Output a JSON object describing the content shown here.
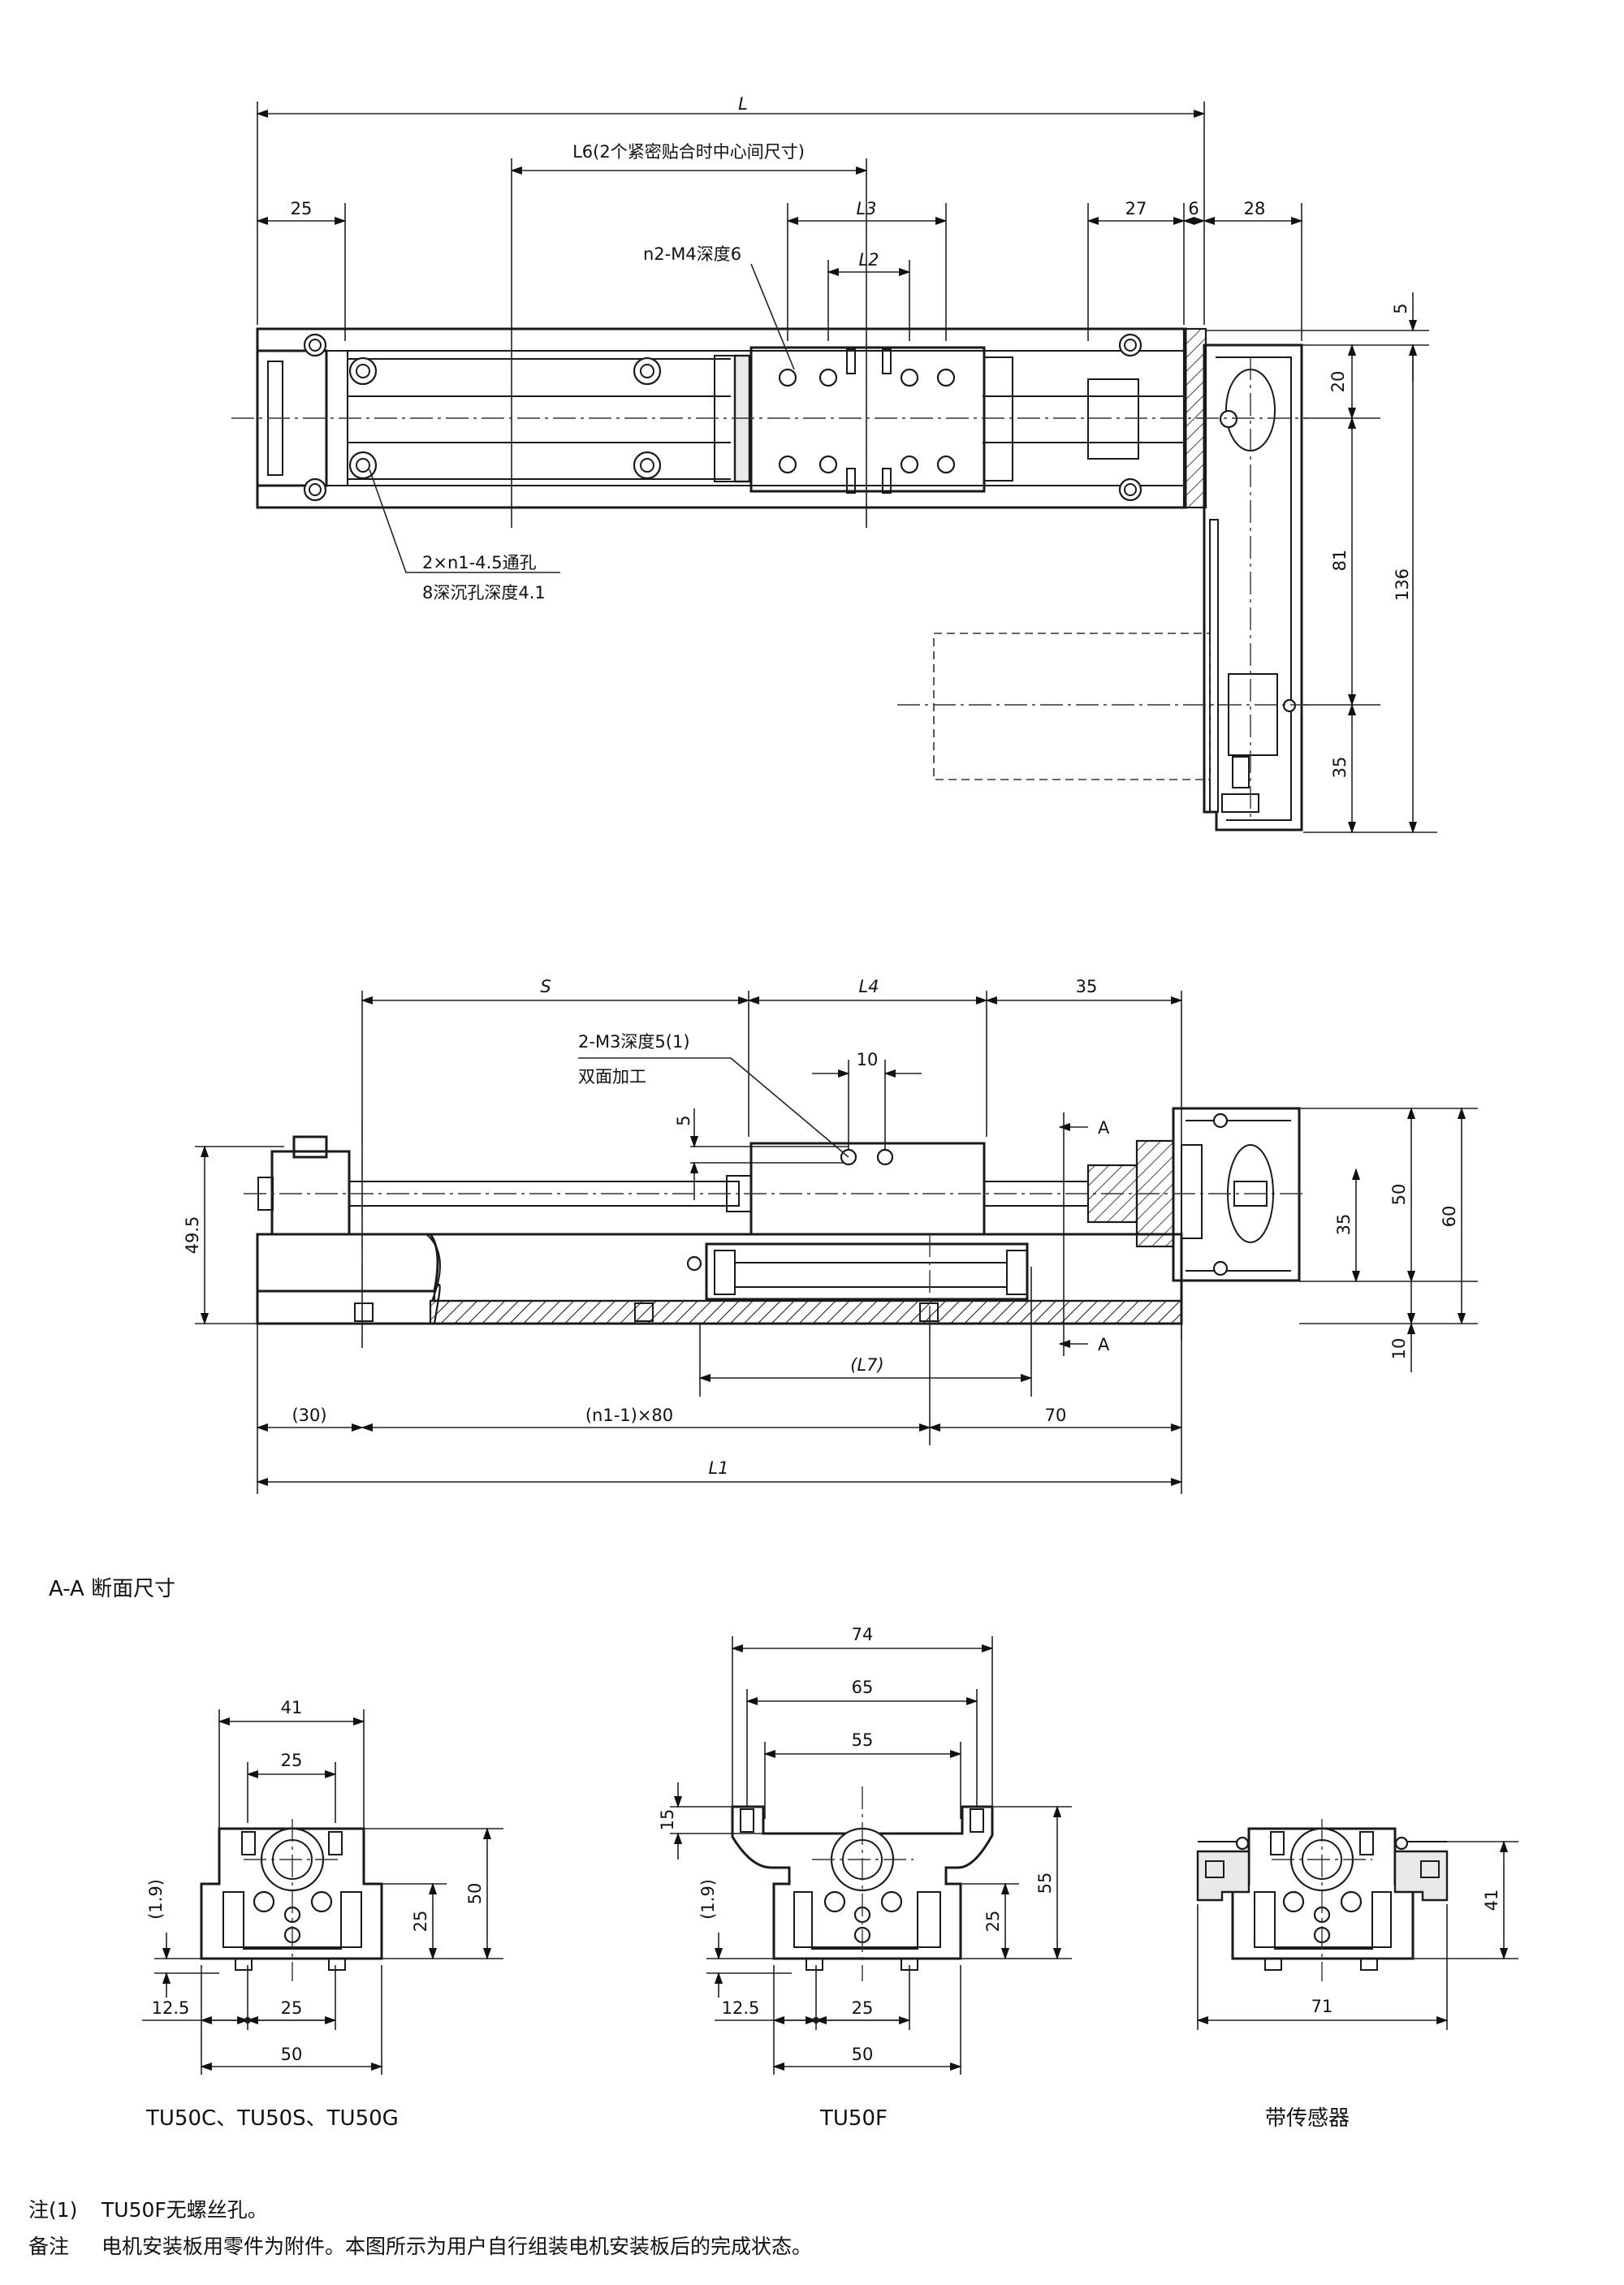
{
  "top_view": {
    "dim_L": "L",
    "dim_L6": "L6(2个紧密贴合时中心间尺寸)",
    "dim_L3": "L3",
    "dim_L2": "L2",
    "dim_25": "25",
    "dim_27": "27",
    "dim_6": "6",
    "dim_28": "28",
    "dim_5": "5",
    "dim_20": "20",
    "dim_81": "81",
    "dim_35": "35",
    "dim_136": "136",
    "callout_m4": "n2-M4深度6",
    "callout_holes_1": "2×n1-4.5通孔",
    "callout_holes_2": "8深沉孔深度4.1"
  },
  "side_view": {
    "dim_S": "S",
    "dim_L4": "L4",
    "dim_35_top": "35",
    "callout_m3_1": "2-M3深度5(1)",
    "callout_m3_2": "双面加工",
    "dim_10": "10",
    "dim_5": "5",
    "dim_49_5": "49.5",
    "dim_L7": "(L7)",
    "dim_30": "(30)",
    "dim_pitch": "(n1-1)×80",
    "dim_70": "70",
    "dim_L1": "L1",
    "section_a_top": "A",
    "section_a_bottom": "A",
    "dim_50": "50",
    "dim_60": "60",
    "dim_35_right": "35",
    "dim_10_right": "10"
  },
  "section_title": "A-A 断面尺寸",
  "sections": [
    {
      "caption": "TU50C、TU50S、TU50G",
      "dims": {
        "w41": "41",
        "w25_top": "25",
        "h50": "50",
        "h25": "25",
        "h1_9": "(1.9)",
        "off12_5": "12.5",
        "w25_bot": "25",
        "w50": "50"
      }
    },
    {
      "caption": "TU50F",
      "dims": {
        "w74": "74",
        "w65": "65",
        "w55": "55",
        "h15": "15",
        "h55": "55",
        "h25": "25",
        "h1_9": "(1.9)",
        "off12_5": "12.5",
        "w25_bot": "25",
        "w50": "50"
      }
    },
    {
      "caption": "带传感器",
      "dims": {
        "h41": "41",
        "w71": "71"
      }
    }
  ],
  "notes": [
    {
      "label": "注(1)",
      "text": "TU50F无螺丝孔。"
    },
    {
      "label": "备注",
      "text": "电机安装板用零件为附件。本图所示为用户自行组装电机安装板后的完成状态。"
    }
  ]
}
